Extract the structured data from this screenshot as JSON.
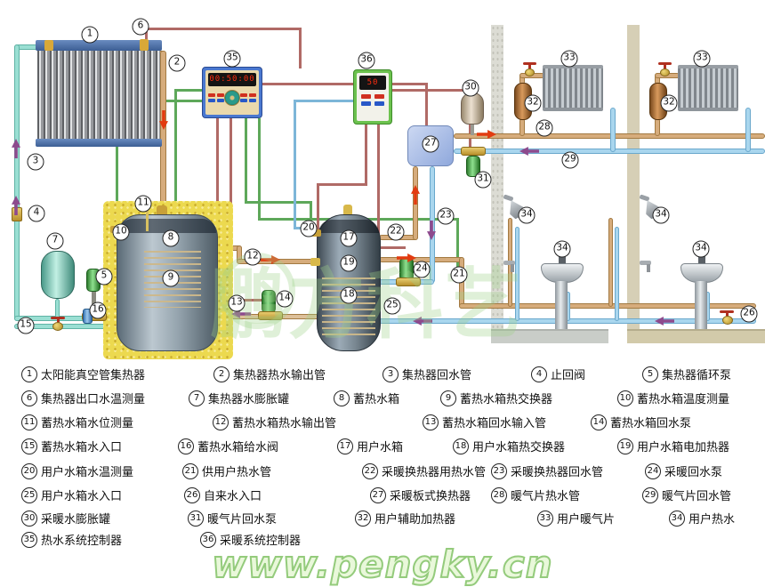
{
  "legend": {
    "items": [
      {
        "n": "1",
        "label": "太阳能真空管集热器"
      },
      {
        "n": "2",
        "label": "集热器热水输出管"
      },
      {
        "n": "3",
        "label": "集热器回水管"
      },
      {
        "n": "4",
        "label": "止回阀"
      },
      {
        "n": "5",
        "label": "集热器循环泵"
      },
      {
        "n": "6",
        "label": "集热器出口水温测量"
      },
      {
        "n": "7",
        "label": "集热器水膨胀罐"
      },
      {
        "n": "8",
        "label": "蓄热水箱"
      },
      {
        "n": "9",
        "label": "蓄热水箱热交换器"
      },
      {
        "n": "10",
        "label": "蓄热水箱温度测量"
      },
      {
        "n": "11",
        "label": "蓄热水箱水位测量"
      },
      {
        "n": "12",
        "label": "蓄热水箱热水输出管"
      },
      {
        "n": "13",
        "label": "蓄热水箱回水输入管"
      },
      {
        "n": "14",
        "label": "蓄热水箱回水泵"
      },
      {
        "n": "15",
        "label": "蓄热水箱水入口"
      },
      {
        "n": "16",
        "label": "蓄热水箱给水阀"
      },
      {
        "n": "17",
        "label": "用户水箱"
      },
      {
        "n": "18",
        "label": "用户水箱热交换器"
      },
      {
        "n": "19",
        "label": "用户水箱电加热器"
      },
      {
        "n": "20",
        "label": "用户水箱水温测量"
      },
      {
        "n": "21",
        "label": "供用户热水管"
      },
      {
        "n": "22",
        "label": "采暖换热器用热水管"
      },
      {
        "n": "23",
        "label": "采暖换热器回水管"
      },
      {
        "n": "24",
        "label": "采暖回水泵"
      },
      {
        "n": "25",
        "label": "用户水箱水入口"
      },
      {
        "n": "26",
        "label": "自来水入口"
      },
      {
        "n": "27",
        "label": "采暖板式换热器"
      },
      {
        "n": "28",
        "label": "暖气片热水管"
      },
      {
        "n": "29",
        "label": "暖气片回水管"
      },
      {
        "n": "30",
        "label": "采暖水膨胀罐"
      },
      {
        "n": "31",
        "label": "暖气片回水泵"
      },
      {
        "n": "32",
        "label": "用户辅助加热器"
      },
      {
        "n": "33",
        "label": "用户暖气片"
      },
      {
        "n": "34",
        "label": "用户热水"
      },
      {
        "n": "35",
        "label": "热水系统控制器"
      },
      {
        "n": "36",
        "label": "采暖系统控制器"
      }
    ]
  },
  "badges": [
    "1",
    "6",
    "2",
    "3",
    "4",
    "7",
    "5",
    "15",
    "16",
    "10",
    "11",
    "8",
    "9",
    "12",
    "13",
    "14",
    "35",
    "36",
    "20",
    "17",
    "19",
    "18",
    "22",
    "24",
    "21",
    "23",
    "25",
    "27",
    "30",
    "31",
    "32",
    "33",
    "28",
    "29",
    "32",
    "33",
    "34",
    "34",
    "34",
    "34",
    "26"
  ],
  "controllers": {
    "hot_water_display": "00:50:00",
    "heating_display": "50"
  },
  "watermark": {
    "brand": "鹏方科艺",
    "url": "www.pengky.cn"
  },
  "colors": {
    "hot_pipe": "#d6ac7c",
    "cold_pipe": "#a9d6ee",
    "collector_loop_pipe": "#9adfd3",
    "sensor_wire": "#5ea85a",
    "power_wire": "#b06a66",
    "flow_arrow_hot": "#e23b10",
    "flow_arrow_return": "#8d4a8d"
  }
}
